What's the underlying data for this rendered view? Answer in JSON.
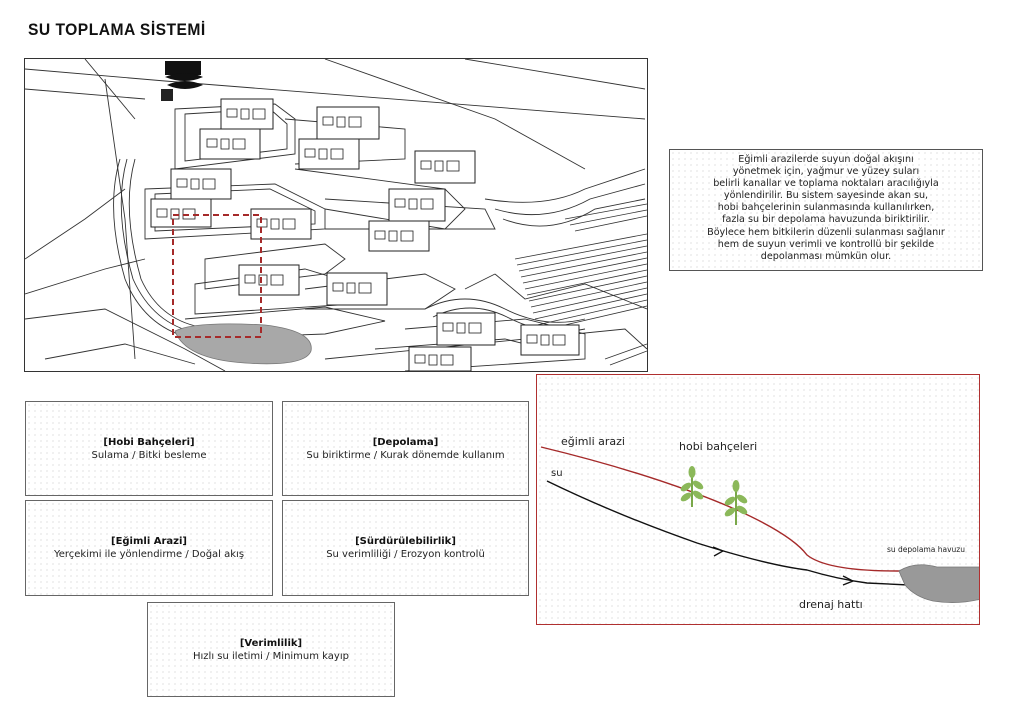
{
  "title": "SU TOPLAMA SİSTEMİ",
  "description": [
    "Eğimli arazilerde suyun doğal akışını",
    "yönetmek için, yağmur ve yüzey suları",
    "belirli kanallar ve toplama noktaları aracılığıyla",
    "yönlendirilir. Bu sistem sayesinde akan su,",
    "hobi bahçelerinin sulanmasında kullanılırken,",
    "fazla su bir depolama havuzunda biriktirilir.",
    "Böylece hem bitkilerin düzenli sulanması sağlanır",
    "hem de suyun verimli ve kontrollü bir şekilde",
    "depolanması mümkün olur."
  ],
  "cards": [
    {
      "heading": "[Hobi Bahçeleri]",
      "text": "Sulama / Bitki besleme"
    },
    {
      "heading": "[Depolama]",
      "text": "Su biriktirme / Kurak dönemde kullanım"
    },
    {
      "heading": "[Eğimli Arazi]",
      "text": "Yerçekimi ile yönlendirme / Doğal akış"
    },
    {
      "heading": "[Sürdürülebilirlik]",
      "text": "Su verimliliği / Erozyon kontrolü"
    },
    {
      "heading": "[Verimlilik]",
      "text": "Hızlı su iletimi / Minimum kayıp"
    }
  ],
  "section": {
    "slope_label": "eğimli arazi",
    "gardens_label": "hobi bahçeleri",
    "water_label": "su",
    "pool_label": "su depolama havuzu",
    "drain_label": "drenaj hattı",
    "colors": {
      "slope": "#a52a2a",
      "water": "#111111",
      "plant": "#8bb85a",
      "pool": "#9a9a9a",
      "highlight": "#a52a2a"
    }
  }
}
